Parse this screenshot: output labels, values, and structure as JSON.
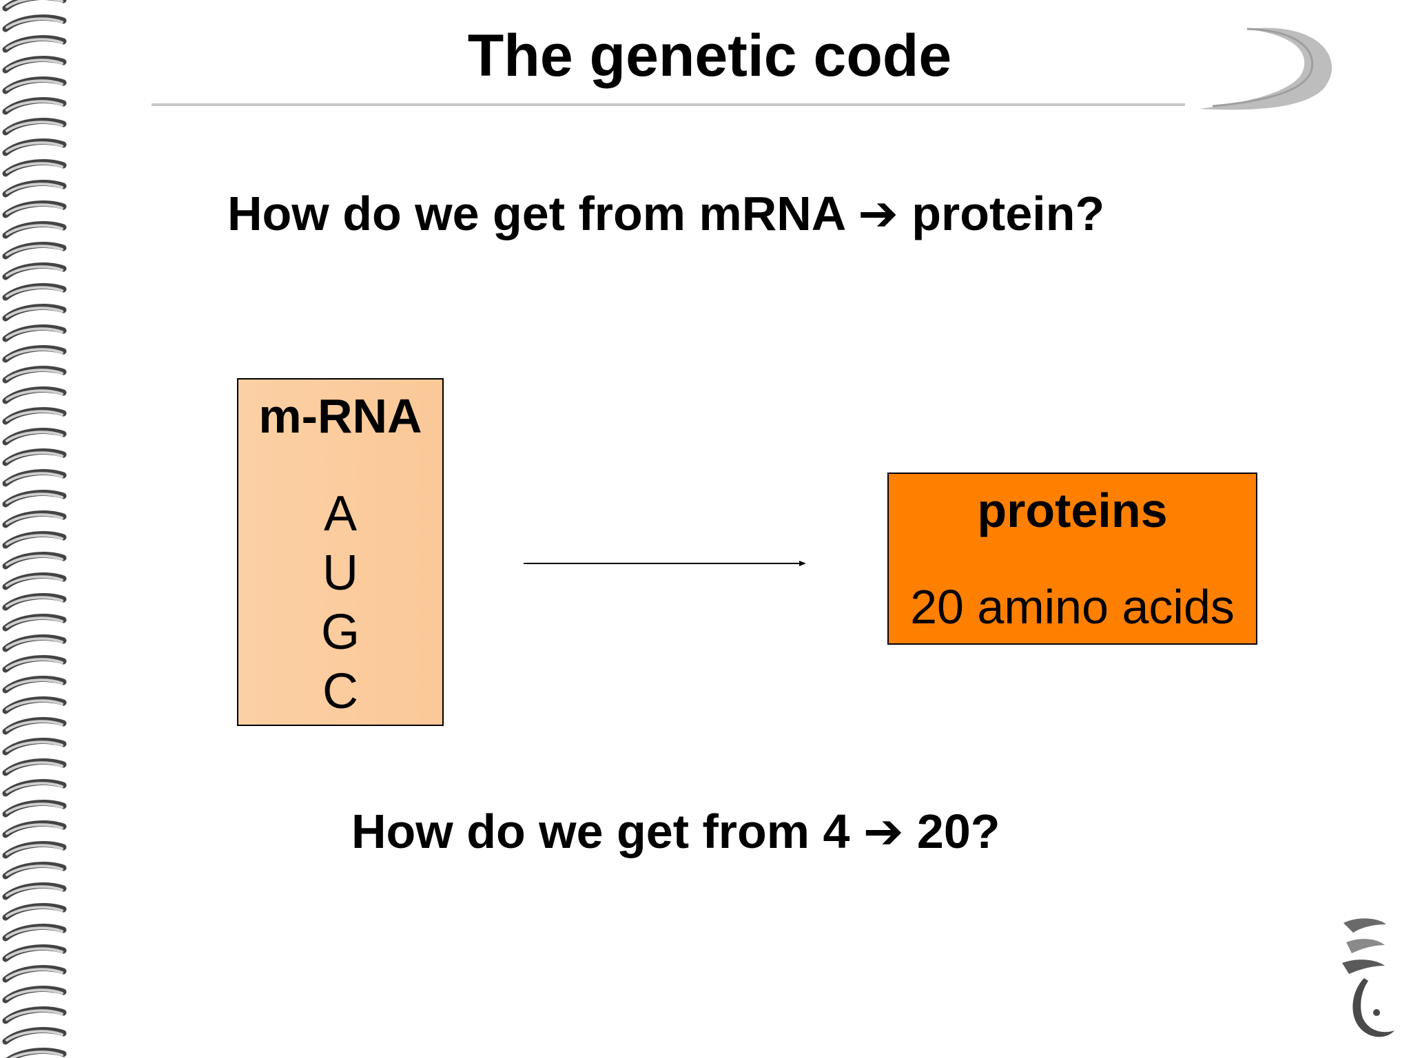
{
  "slide": {
    "title": "The genetic code",
    "question_top": "How do we get from mRNA ➔ protein?",
    "question_bottom": "How do we get from 4 ➔ 20?"
  },
  "mrna_box": {
    "label": "m-RNA",
    "bases": [
      "A",
      "U",
      "G",
      "C"
    ],
    "fill_color": "#fbcd9e"
  },
  "protein_box": {
    "label": "proteins",
    "sublabel": "20 amino acids",
    "fill_color": "#ff8000"
  },
  "decorations": {
    "left_border": "dna-helix-icon",
    "header_ornament": "swoosh-icon",
    "corner_logo": "calligraphy-logo-icon"
  }
}
